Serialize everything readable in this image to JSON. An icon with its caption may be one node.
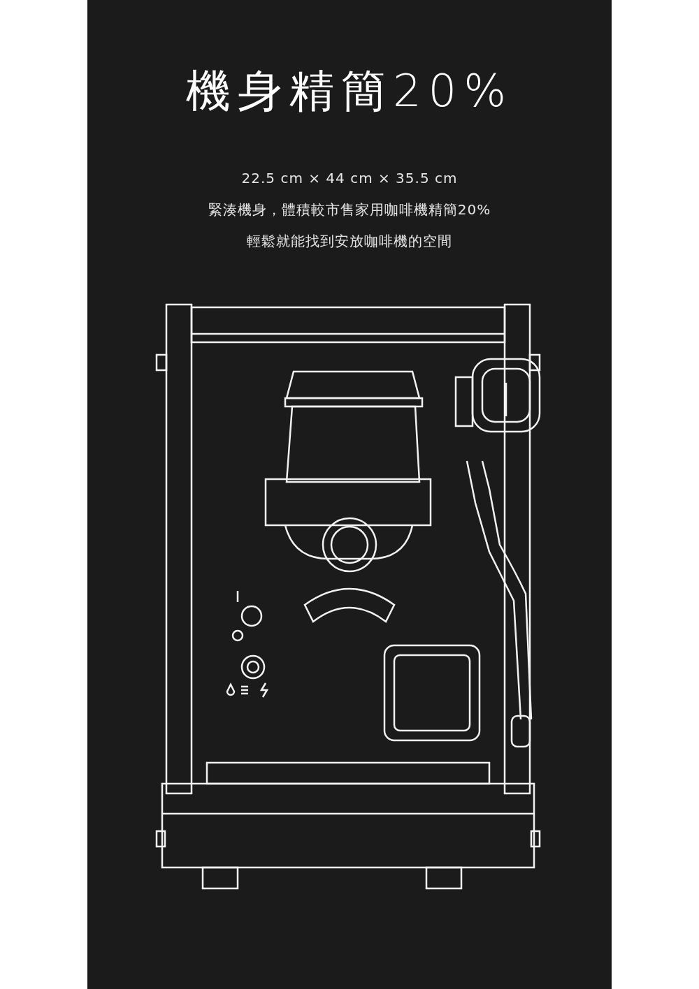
{
  "diagram": {
    "title": "機身精簡20%",
    "labels": [
      "22.5 cm × 44 cm × 35.5 cm",
      "緊湊機身，體積較市售家用咖啡機精簡20%",
      "輕鬆就能找到安放咖啡機的空間"
    ]
  }
}
